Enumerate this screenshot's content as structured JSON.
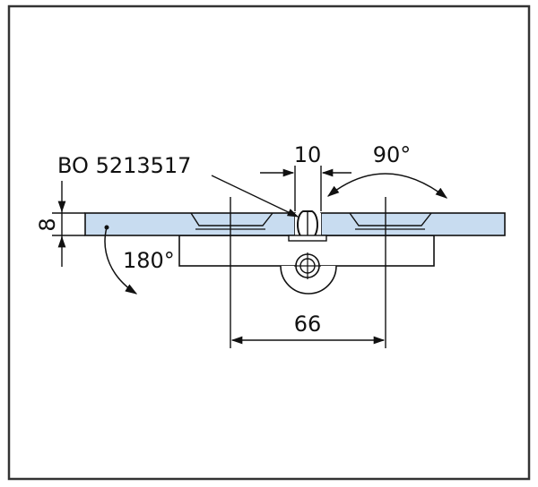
{
  "diagram": {
    "part_number": "BO 5213517",
    "dimensions": {
      "gap_width": "10",
      "opening_angle": "90°",
      "thickness": "8",
      "swing_angle": "180°",
      "hole_spacing": "66"
    }
  },
  "colors": {
    "glass": "#c8dcf0",
    "line": "#111111",
    "frame": "#333333",
    "background": "#ffffff"
  }
}
